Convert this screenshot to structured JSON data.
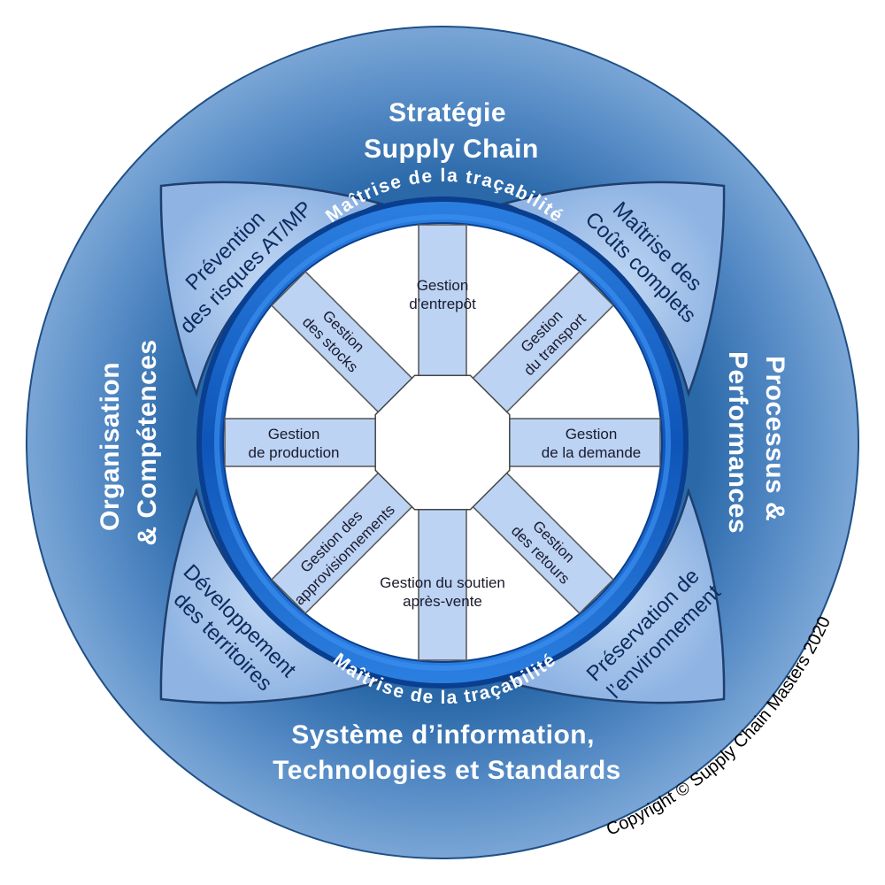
{
  "outer": {
    "top": [
      "Stratégie",
      "Supply Chain"
    ],
    "left": [
      "Organisation",
      "& Compétences"
    ],
    "right": [
      "Processus &",
      "Performances"
    ],
    "bottom": [
      "Système d’information,",
      "Technologies et Standards"
    ]
  },
  "petals": {
    "top_left": [
      "Prévention",
      "des risques AT/MP"
    ],
    "top_right": [
      "Maîtrise des",
      "Coûts complets"
    ],
    "bottom_left": [
      "Développement",
      "des territoires"
    ],
    "bottom_right": [
      "Préservation de",
      "l’environnement"
    ]
  },
  "ring": {
    "top": "Maîtrise de la traçabilité",
    "bottom": "Maîtrise de la traçabilité"
  },
  "spokes": {
    "north": [
      "Gestion",
      "d’entrepôt"
    ],
    "north_east": [
      "Gestion",
      "du transport"
    ],
    "east": [
      "Gestion",
      "de la demande"
    ],
    "south_east": [
      "Gestion",
      "des retours"
    ],
    "south": [
      "Gestion du soutien",
      "après-vente"
    ],
    "south_west": [
      "Gestion des",
      "approvisionnements"
    ],
    "west": [
      "Gestion",
      "de production"
    ],
    "north_west": [
      "Gestion",
      "des stocks"
    ]
  },
  "copyright": "Copyright © Supply Chain Masters  2020",
  "colors": {
    "outer_dark": "#1f5c9c",
    "outer_light": "#7fa9d8",
    "petal": "#a7c4ec",
    "ring": "#1565c8",
    "spoke": "#bcd3f3",
    "hub": "#ffffff"
  }
}
